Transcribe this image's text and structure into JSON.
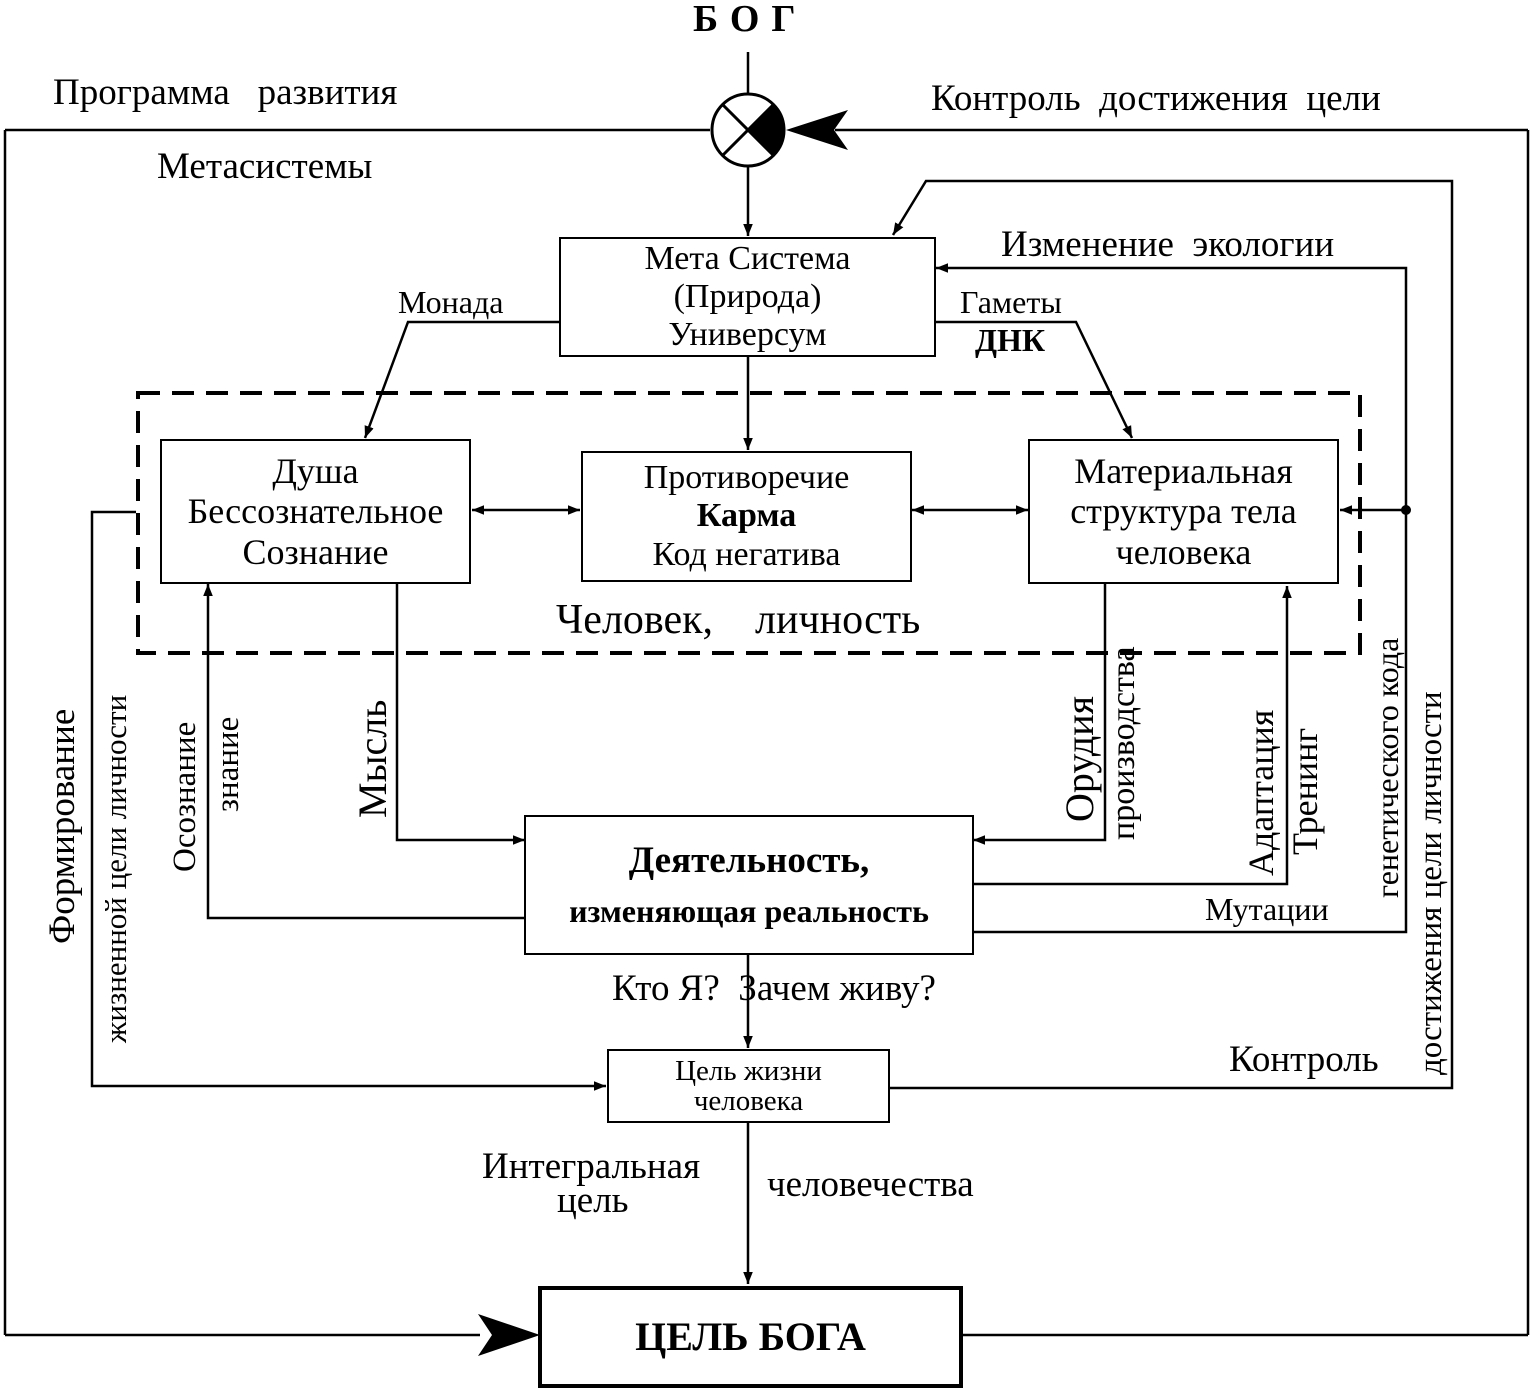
{
  "top": {
    "god": "БОГ"
  },
  "edge_labels": {
    "program": "Программа   развития",
    "metasystems": "Метасистемы",
    "control_goal": "Контроль  достижения  цели",
    "ecology": "Изменение  экологии",
    "monad": "Монада",
    "gametes": "Гаметы",
    "dna": "ДНК",
    "person": "Человек,    личность",
    "who_am_i": "Кто Я?  Зачем живу?",
    "mutations": "Мутации",
    "control": "Контроль",
    "integral": "Интегральная",
    "integral_goal": "цель",
    "humanity": "человечества"
  },
  "vertical_labels": {
    "forming": "Формирование",
    "life_goal": "жизненной цели личности",
    "awareness": "Осознание",
    "knowledge": "знание",
    "thought": "Мысль",
    "tools": "Орудия",
    "production": "производства",
    "adaptation": "Адаптация",
    "training": "Тренинг",
    "genetic_code": "генетического кода",
    "achievement": "достижения цели личности"
  },
  "boxes": {
    "meta": {
      "line1": "Мета  Система",
      "line2": "(Природа)",
      "line3": "Универсум"
    },
    "soul": {
      "line1": "Душа",
      "line2": "Бессознательное",
      "line3": "Сознание"
    },
    "karma": {
      "line1": "Противоречие",
      "line2": "Карма",
      "line3": "Код  негатива"
    },
    "body": {
      "line1": "Материальная",
      "line2": "структура  тела",
      "line3": "человека"
    },
    "activity": {
      "line1": "Деятельность,",
      "line2": "изменяющая реальность"
    },
    "life_goal": {
      "line1": "Цель  жизни",
      "line2": "человека"
    },
    "god_goal": {
      "line1": "ЦЕЛЬ  БОГА"
    }
  }
}
